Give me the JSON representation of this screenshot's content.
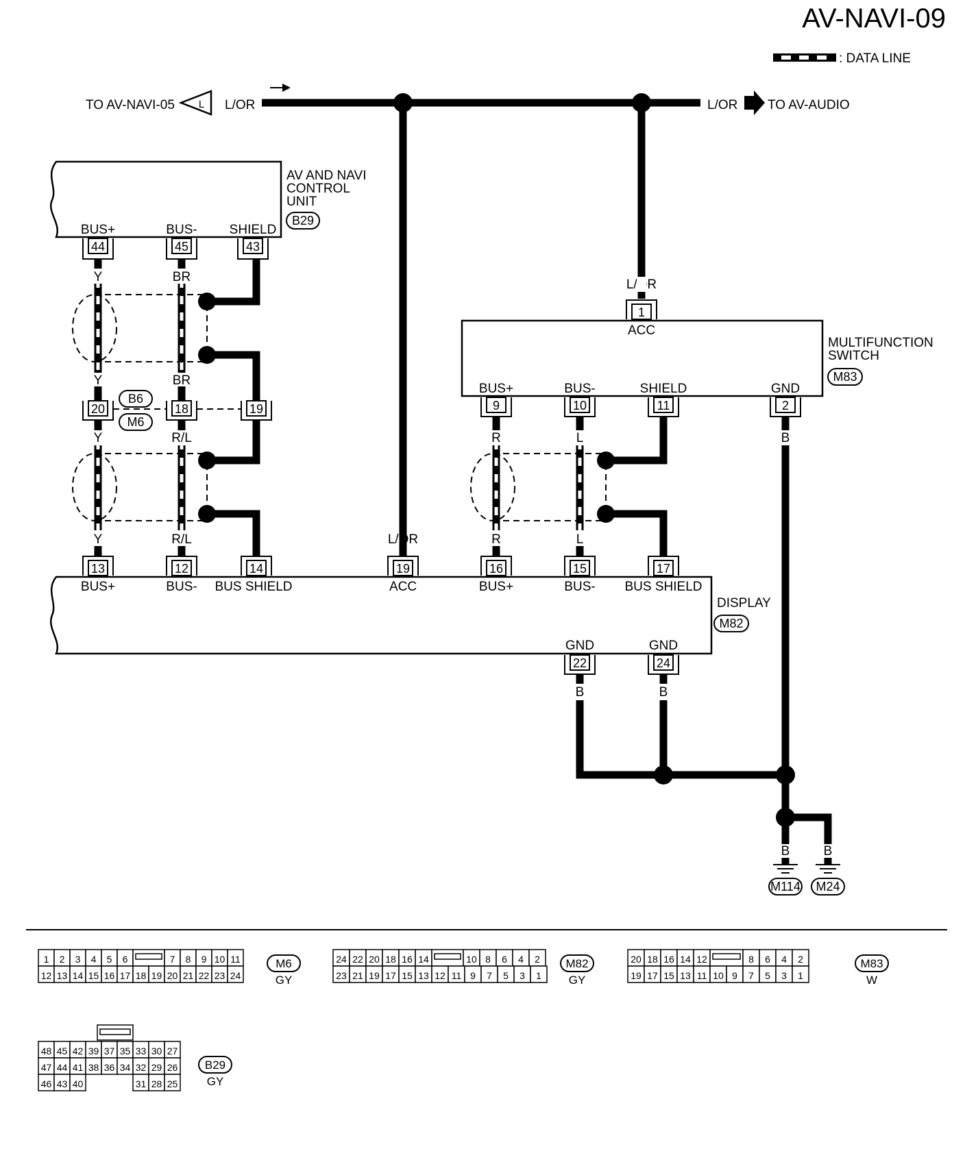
{
  "page": {
    "title": "AV-NAVI-09",
    "legend_label": ": DATA LINE"
  },
  "links": {
    "left_ref": "TO AV-NAVI-05",
    "left_symbol": "L",
    "right_ref": "TO AV-AUDIO",
    "wire_left": "L/OR",
    "wire_right": "L/OR"
  },
  "av_unit": {
    "name_l1": "AV AND NAVI",
    "name_l2": "CONTROL",
    "name_l3": "UNIT",
    "conn": "B29",
    "pins": [
      {
        "label": "BUS+",
        "num": "44"
      },
      {
        "label": "BUS-",
        "num": "45"
      },
      {
        "label": "SHIELD",
        "num": "43"
      }
    ]
  },
  "joint": {
    "conn_top": "B6",
    "conn_bottom": "M6",
    "pins": [
      "20",
      "18",
      "19"
    ]
  },
  "wires": {
    "y1": "Y",
    "br1": "BR",
    "y2": "Y",
    "br2": "BR",
    "y3": "Y",
    "rl3": "R/L",
    "y4": "Y",
    "rl4": "R/L",
    "lor_switch": "L/OR",
    "lor_display": "L/OR",
    "r_top": "R",
    "l_top": "L",
    "r_bot": "R",
    "l_bot": "L",
    "b_gnd2": "B",
    "b_gnd22": "B",
    "b_gnd24": "B",
    "b_m114": "B",
    "b_m24": "B"
  },
  "switch": {
    "name_l1": "MULTIFUNCTION",
    "name_l2": "SWITCH",
    "conn": "M83",
    "acc_num": "1",
    "acc_label": "ACC",
    "pins": [
      {
        "label": "BUS+",
        "num": "9"
      },
      {
        "label": "BUS-",
        "num": "10"
      },
      {
        "label": "SHIELD",
        "num": "11"
      },
      {
        "label": "GND",
        "num": "2"
      }
    ]
  },
  "display": {
    "name": "DISPLAY",
    "conn": "M82",
    "pins": [
      {
        "label": "BUS+",
        "num": "13"
      },
      {
        "label": "BUS-",
        "num": "12"
      },
      {
        "label": "BUS SHIELD",
        "num": "14"
      },
      {
        "label": "ACC",
        "num": "19"
      },
      {
        "label": "BUS+",
        "num": "16"
      },
      {
        "label": "BUS-",
        "num": "15"
      },
      {
        "label": "BUS SHIELD",
        "num": "17"
      }
    ],
    "gnd_pins": [
      {
        "label": "GND",
        "num": "22"
      },
      {
        "label": "GND",
        "num": "24"
      }
    ]
  },
  "grounds": [
    "M114",
    "M24"
  ],
  "connector_views": [
    {
      "id": "M6",
      "color": "GY",
      "top": [
        "1",
        "2",
        "3",
        "4",
        "5",
        "6",
        "7",
        "8",
        "9",
        "10",
        "11"
      ],
      "bottom": [
        "12",
        "13",
        "14",
        "15",
        "16",
        "17",
        "18",
        "19",
        "20",
        "21",
        "22",
        "23",
        "24"
      ]
    },
    {
      "id": "M82",
      "color": "GY",
      "top": [
        "24",
        "22",
        "20",
        "18",
        "16",
        "14",
        "10",
        "8",
        "6",
        "4",
        "2"
      ],
      "bottom": [
        "23",
        "21",
        "19",
        "17",
        "15",
        "13",
        "12",
        "11",
        "9",
        "7",
        "5",
        "3",
        "1"
      ]
    },
    {
      "id": "M83",
      "color": "W",
      "top": [
        "20",
        "18",
        "16",
        "14",
        "12",
        "8",
        "6",
        "4",
        "2"
      ],
      "bottom": [
        "19",
        "17",
        "15",
        "13",
        "11",
        "10",
        "9",
        "7",
        "5",
        "3",
        "1"
      ]
    },
    {
      "id": "B29",
      "color": "GY",
      "row1": [
        "48",
        "45",
        "42",
        "39",
        "37",
        "35",
        "33",
        "30",
        "27"
      ],
      "row2": [
        "47",
        "44",
        "41",
        "38",
        "36",
        "34",
        "32",
        "29",
        "26"
      ],
      "row3_left": [
        "46",
        "43",
        "40"
      ],
      "row3_right": [
        "31",
        "28",
        "25"
      ]
    }
  ]
}
